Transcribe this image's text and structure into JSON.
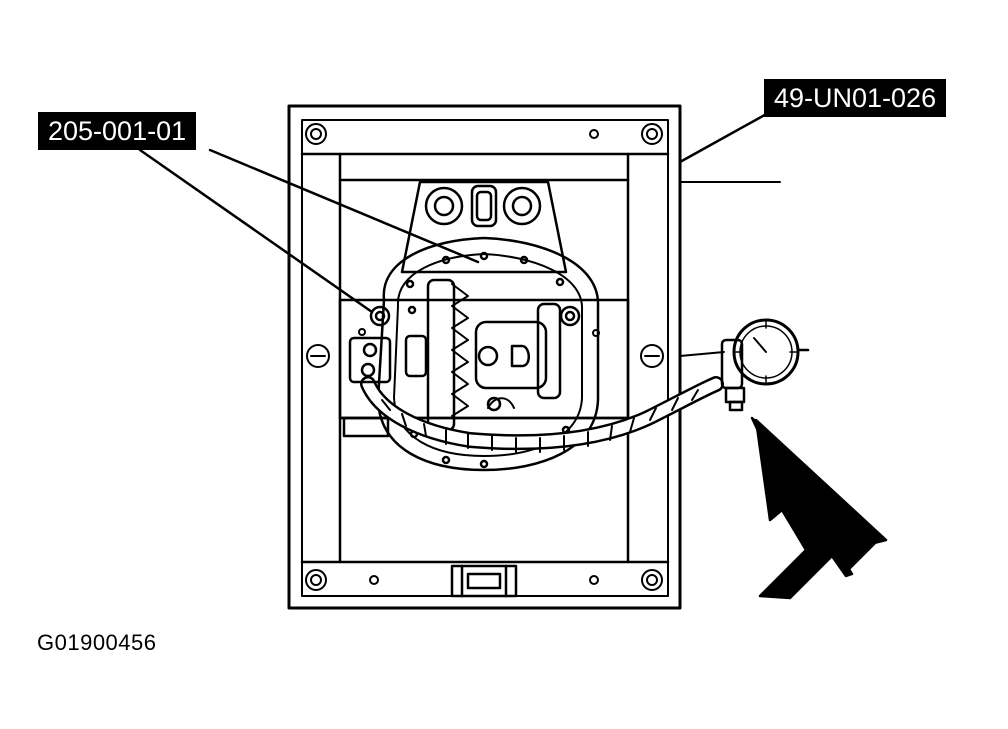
{
  "callouts": {
    "tool_left": "205-001-01",
    "tool_right": "49-UN01-026"
  },
  "figure_id": "G01900456",
  "colors": {
    "ink": "#000000",
    "paper": "#ffffff"
  },
  "icons": [
    "dial-indicator-icon",
    "direction-arrow-icon"
  ]
}
